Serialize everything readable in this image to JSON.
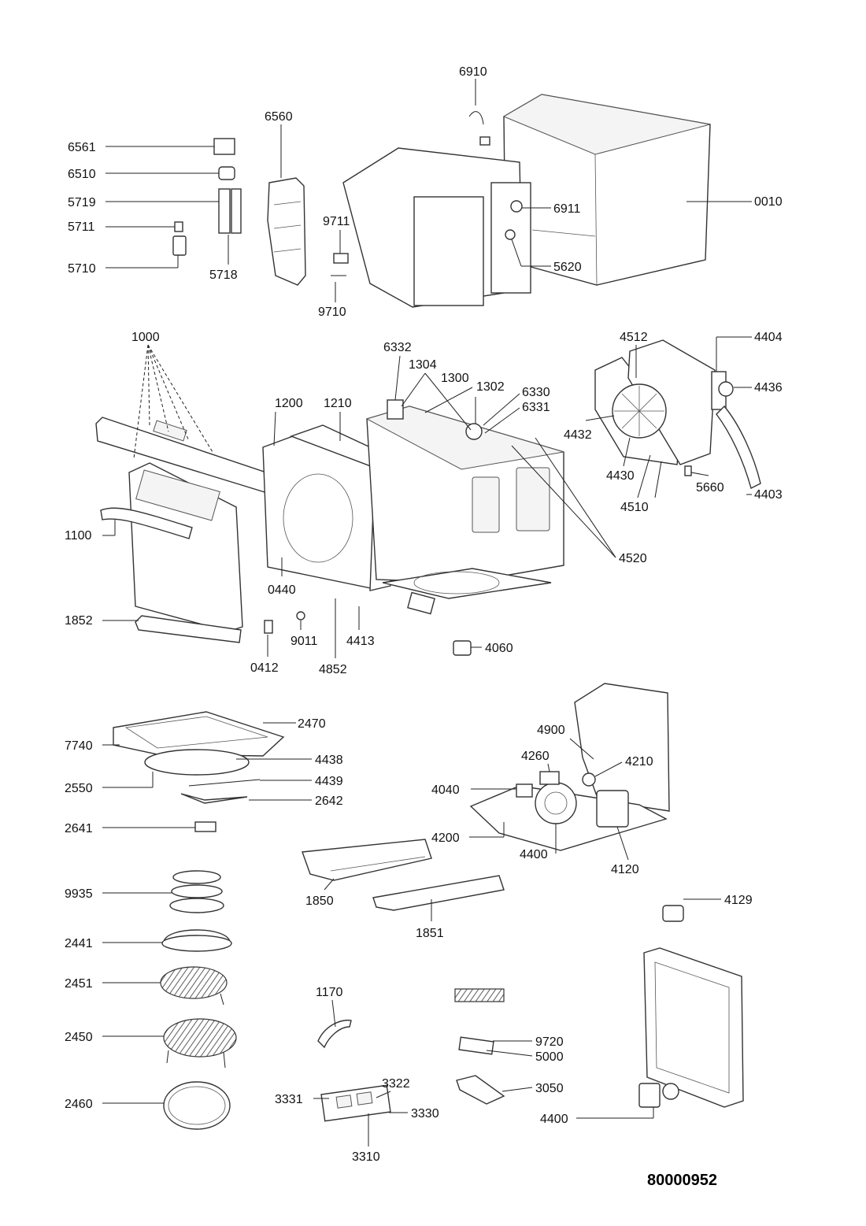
{
  "document_number": "80000952",
  "labels": {
    "p6910": "6910",
    "p6560": "6560",
    "p6561": "6561",
    "p6510": "6510",
    "p5719": "5719",
    "p5711": "5711",
    "p5710": "5710",
    "p5718": "5718",
    "p9711": "9711",
    "p9710": "9710",
    "p6911": "6911",
    "p5620": "5620",
    "p0010": "0010",
    "p1000": "1000",
    "p6332": "6332",
    "p1304": "1304",
    "p1300": "1300",
    "p1302": "1302",
    "p6330": "6330",
    "p6331": "6331",
    "p1200": "1200",
    "p1210": "1210",
    "p4512": "4512",
    "p4404": "4404",
    "p4436": "4436",
    "p4432": "4432",
    "p4430": "4430",
    "p4510": "4510",
    "p5660": "5660",
    "p4403": "4403",
    "p4520": "4520",
    "p1100": "1100",
    "p0440": "0440",
    "p1852": "1852",
    "p9011": "9011",
    "p4413": "4413",
    "p0412": "0412",
    "p4852": "4852",
    "p4060": "4060",
    "p2470": "2470",
    "p7740": "7740",
    "p4438": "4438",
    "p2550": "2550",
    "p4439": "4439",
    "p2642": "2642",
    "p2641": "2641",
    "p4900": "4900",
    "p4260": "4260",
    "p4210": "4210",
    "p4040": "4040",
    "p4200": "4200",
    "p4400a": "4400",
    "p4120": "4120",
    "p1850": "1850",
    "p1851": "1851",
    "p4129": "4129",
    "p9935": "9935",
    "p2441": "2441",
    "p2451": "2451",
    "p2450": "2450",
    "p2460": "2460",
    "p1170": "1170",
    "p9720": "9720",
    "p5000": "5000",
    "p3050": "3050",
    "p3322": "3322",
    "p3331": "3331",
    "p3330": "3330",
    "p3310": "3310",
    "p4400b": "4400"
  }
}
